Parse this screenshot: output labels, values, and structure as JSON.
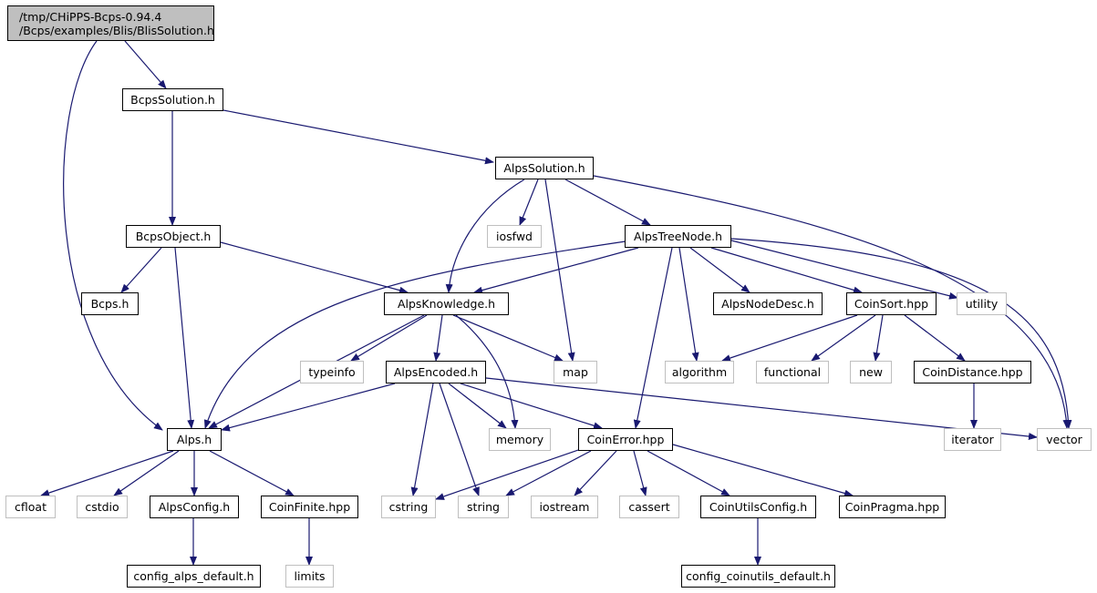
{
  "colors": {
    "edge": "#191970",
    "root_fill": "#bfbfbf",
    "local_border": "#000000",
    "system_border": "#bfbfbf"
  },
  "root": {
    "line1": "/tmp/CHiPPS-Bcps-0.94.4",
    "line2": "/Bcps/examples/Blis/BlisSolution.h"
  },
  "nodes": {
    "bcps_solution_h": "BcpsSolution.h",
    "alps_solution_h": "AlpsSolution.h",
    "bcps_object_h": "BcpsObject.h",
    "iosfwd": "iosfwd",
    "alps_tree_node_h": "AlpsTreeNode.h",
    "bcps_h": "Bcps.h",
    "alps_knowledge_h": "AlpsKnowledge.h",
    "alps_node_desc_h": "AlpsNodeDesc.h",
    "coin_sort_hpp": "CoinSort.hpp",
    "utility": "utility",
    "typeinfo": "typeinfo",
    "alps_encoded_h": "AlpsEncoded.h",
    "map": "map",
    "algorithm": "algorithm",
    "functional": "functional",
    "new": "new",
    "coin_distance_hpp": "CoinDistance.hpp",
    "alps_h": "Alps.h",
    "memory": "memory",
    "coin_error_hpp": "CoinError.hpp",
    "iterator": "iterator",
    "vector": "vector",
    "cfloat": "cfloat",
    "cstdio": "cstdio",
    "alps_config_h": "AlpsConfig.h",
    "coin_finite_hpp": "CoinFinite.hpp",
    "cstring": "cstring",
    "string": "string",
    "iostream": "iostream",
    "cassert": "cassert",
    "coin_utils_config_h": "CoinUtilsConfig.h",
    "coin_pragma_hpp": "CoinPragma.hpp",
    "config_alps_default_h": "config_alps_default.h",
    "limits": "limits",
    "config_coinutils_default_h": "config_coinutils_default.h"
  }
}
